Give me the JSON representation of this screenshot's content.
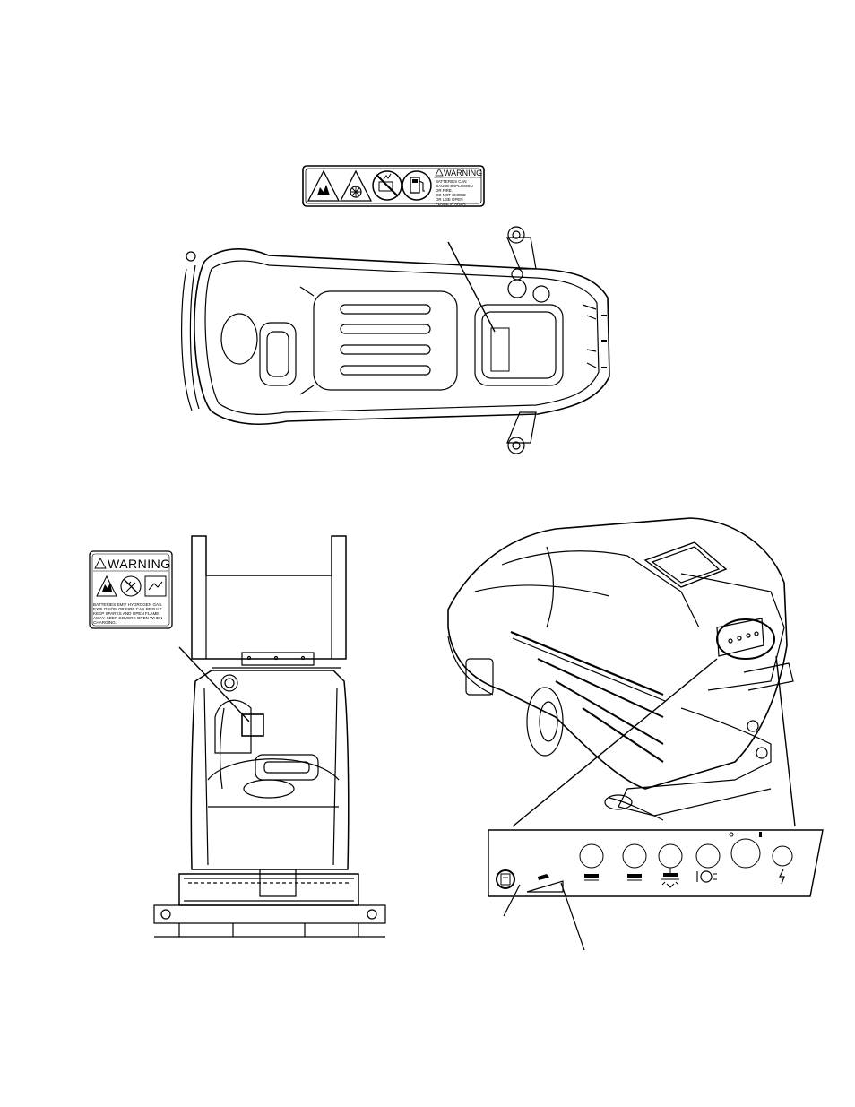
{
  "labels": {
    "top_decal": {
      "heading": "WARNING",
      "lines": [
        "BATTERIES CAN",
        "CAUSE EXPLOSION",
        "OR FIRE.",
        "DO NOT SMOKE",
        "OR USE OPEN",
        "FLAME IN AREA."
      ]
    },
    "left_decal": {
      "heading": "WARNING",
      "lines": [
        "BATTERIES EMIT HYDROGEN GAS.",
        "EXPLOSION OR FIRE CAN RESULT.",
        "KEEP SPARKS AND OPEN FLAME",
        "AWAY. KEEP COVERS OPEN WHEN",
        "CHARGING."
      ]
    }
  },
  "icons": {
    "top_decal": [
      "explosion-icon",
      "explosion-icon",
      "no-sparks-icon",
      "no-fuel-icon"
    ],
    "left_decal": [
      "explosion-icon",
      "no-flame-icon",
      "battery-charge-icon"
    ],
    "control_panel": [
      "operator-manual-icon",
      "speed-wedge-icon",
      "scrub-icon",
      "scrub-icon",
      "brush-pressure-icon",
      "vacuum-icon",
      "key-switch-icon",
      "horn-icon"
    ]
  },
  "colors": {
    "line": "#000000",
    "background": "#ffffff",
    "fill": "#ffffff"
  }
}
